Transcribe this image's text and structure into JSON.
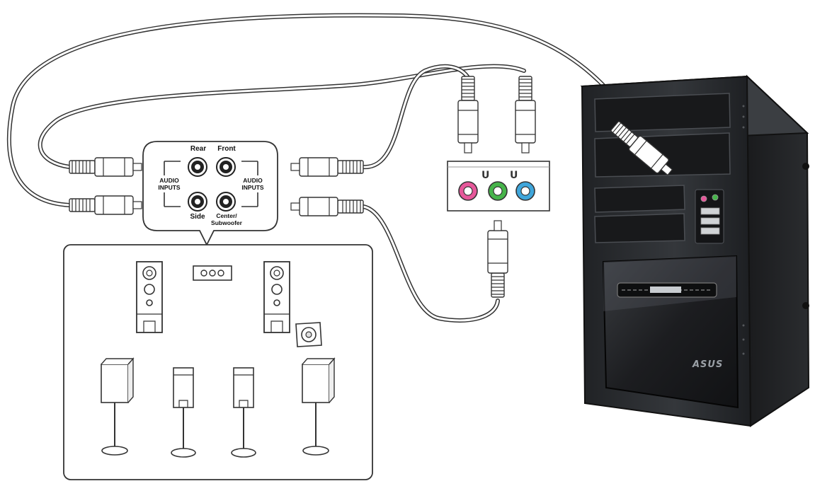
{
  "labels": {
    "rear": "Rear",
    "front": "Front",
    "side": "Side",
    "center_line1": "Center/",
    "center_line2": "Subwoofer",
    "audio_inputs_left_1": "AUDIO",
    "audio_inputs_left_2": "INPUTS",
    "audio_inputs_right_1": "AUDIO",
    "audio_inputs_right_2": "INPUTS",
    "brand": "ASUS"
  },
  "colors": {
    "jack_pink": "#e6579a",
    "jack_green": "#46b44a",
    "jack_blue": "#3fa6db",
    "case_body": "#2b2d30",
    "case_dark": "#161719",
    "cable": "#ffffff",
    "outline": "#333333"
  },
  "icons": [
    "speaker-icon",
    "plug-icon",
    "audio-jack-icon",
    "usb-port-icon"
  ]
}
